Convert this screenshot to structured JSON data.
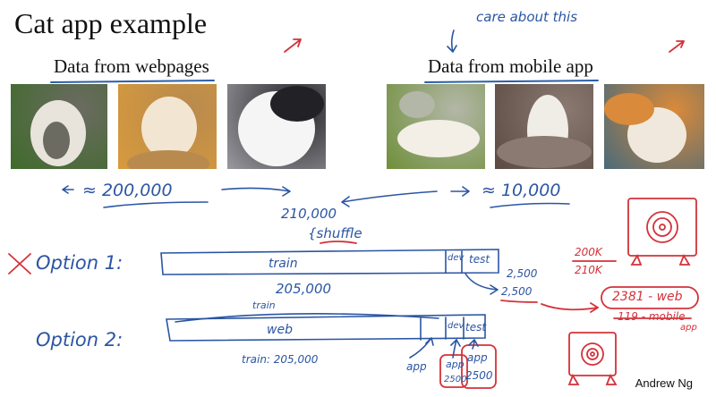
{
  "slide": {
    "title": "Cat app example",
    "left_heading": "Data from webpages",
    "right_heading": "Data from mobile app",
    "credit": "Andrew Ng"
  },
  "photos": {
    "web": [
      {
        "palette": [
          "#3f6b2a",
          "#e8e4dc",
          "#6b6b62"
        ]
      },
      {
        "palette": [
          "#d89a3c",
          "#f2e6d2",
          "#b88a4e"
        ]
      },
      {
        "palette": [
          "#9a9aa0",
          "#f5f5f5",
          "#222226"
        ]
      }
    ],
    "mobile": [
      {
        "palette": [
          "#6f8f3a",
          "#f3efe6",
          "#b3b7a8"
        ]
      },
      {
        "palette": [
          "#5a4a42",
          "#f0ece6",
          "#8a7a72"
        ]
      },
      {
        "palette": [
          "#4a6a7a",
          "#f0e8dc",
          "#d98a3a"
        ]
      }
    ]
  },
  "annotations": {
    "care_note": "care about this",
    "web_count": "≈ 200,000",
    "mobile_count": "≈ 10,000",
    "total": "210,000",
    "shuffle": "shuffle",
    "option1": "Option 1:",
    "option2": "Option 2:",
    "opt1_train": "train",
    "opt1_dev": "dev",
    "opt1_test": "test",
    "opt1_train_size": "205,000",
    "opt1_dev_size": "2,500",
    "opt1_test_size": "2,500",
    "opt2_train_label": "train",
    "opt2_web": "web",
    "opt2_train_total": "train: 205,000",
    "opt2_app_label": "app",
    "opt2_dev": "dev",
    "opt2_test": "test",
    "opt2_dev_box_top": "app",
    "opt2_dev_box_bottom": "2500",
    "opt2_test_box_top": "app",
    "opt2_test_box_bottom": "2500",
    "frac_num": "200K",
    "frac_den": "210K",
    "web_from_dev": "2381 - web",
    "mobile_from_dev": "119 - mobile",
    "mobile_app_sub": "app"
  },
  "colors": {
    "ink_blue": "#2b55a3",
    "ink_red": "#d3323a"
  }
}
